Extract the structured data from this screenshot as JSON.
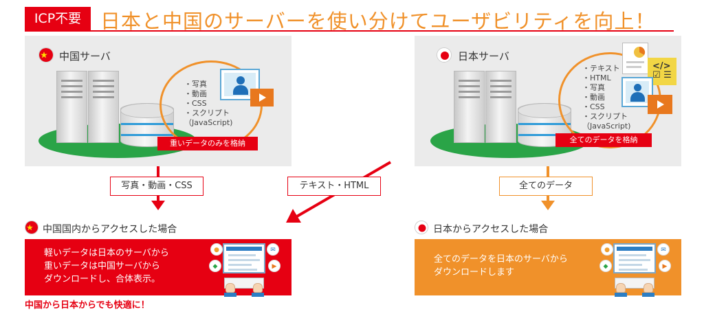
{
  "header": {
    "badge": "ICP不要",
    "title": "日本と中国のサーバーを使い分けてユーザビリティを向上！"
  },
  "china_panel": {
    "label": "中国サーバ",
    "contents": "・写真\n・動画\n・CSS\n・スクリプト\n（JavaScript)",
    "tag": "重いデータのみを格納"
  },
  "japan_panel": {
    "label": "日本サーバ",
    "contents": "・テキスト\n・HTML\n・写真\n・動画\n・CSS\n・スクリプト\n（JavaScript)",
    "tag": "全てのデータを格納",
    "code_icon": "</>\n☑ ☰"
  },
  "connectors": {
    "china_to_china": "写真・動画・CSS",
    "japan_to_china": "テキスト・HTML",
    "japan_to_japan": "全てのデータ"
  },
  "china_access": {
    "title": "中国国内からアクセスした場合",
    "line1": "軽いデータは日本のサーバから",
    "line2": "重いデータは中国サーバから",
    "line3": "ダウンロードし、合体表示。",
    "footer": "中国から日本からでも快適に！"
  },
  "japan_access": {
    "title": "日本からアクセスした場合",
    "line1": "全てのデータを日本のサーバから",
    "line2": "ダウンロードします"
  },
  "colors": {
    "red": "#e60012",
    "orange": "#f0912a",
    "green": "#2aa447",
    "panel_bg": "#ebebeb"
  },
  "icons": {
    "china_flag": "china-flag-icon",
    "japan_flag": "japan-flag-icon",
    "server": "server-tower-icon",
    "database": "database-icon",
    "person": "user-profile-icon",
    "video": "play-video-icon",
    "code": "code-document-icon",
    "pc": "computer-user-icon"
  }
}
